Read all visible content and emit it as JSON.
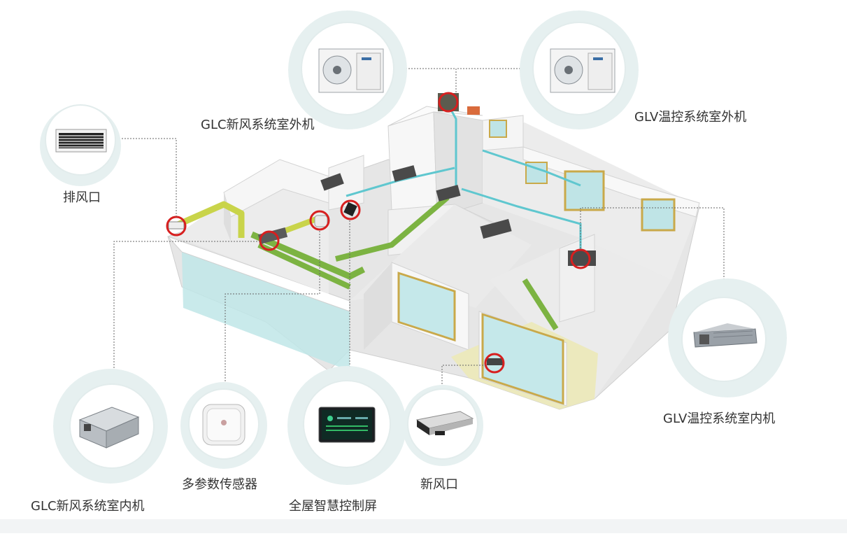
{
  "labels": {
    "exhaust_vent": "排风口",
    "glc_outdoor": "GLC新风系统室外机",
    "glv_outdoor": "GLV温控系统室外机",
    "glv_indoor": "GLV温控系统室内机",
    "glc_indoor": "GLC新风系统室内机",
    "multi_sensor": "多参数传感器",
    "control_screen": "全屋智慧控制屏",
    "fresh_air_vent": "新风口"
  },
  "colors": {
    "bubble": "#e3eeee",
    "bubble_inner": "#ffffff",
    "marker_ring": "#d71f1f",
    "leader_line": "#555555",
    "green_duct": "#7cb342",
    "yellow_duct": "#c9d44a",
    "cyan_duct": "#5fc7cf",
    "wall": "#f3f3f3",
    "wall_shade": "#d9d9d9",
    "floor": "#e9e9e9",
    "glass": "#b8e3e6",
    "window_frame": "#c9a94a",
    "dark_unit": "#4a4a4a",
    "accent_yellow_wall": "#ece9b8"
  }
}
